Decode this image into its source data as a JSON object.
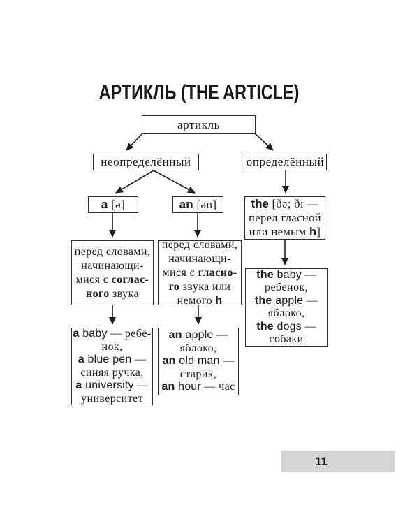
{
  "title": "АРТИКЛЬ (THE ARTICLE)",
  "page": {
    "number": "11"
  },
  "colors": {
    "background": "#ffffff",
    "ink": "#1d1d1d",
    "page_bar_bg": "#d5d5d5"
  },
  "nodes": {
    "root": {
      "label": "артикль"
    },
    "indefinite": {
      "label": "неопределённый"
    },
    "definite": {
      "label": "определённый"
    },
    "a": {
      "lines": [
        [
          [
            "a",
            "sans-b"
          ],
          [
            " [ə]",
            "serif"
          ]
        ]
      ]
    },
    "an": {
      "lines": [
        [
          [
            "an",
            "sans-b"
          ],
          [
            " [ən]",
            "serif"
          ]
        ]
      ]
    },
    "the": {
      "lines": [
        [
          [
            "the",
            "sans-b"
          ],
          [
            " [ðə; ðɪ —",
            "serif"
          ]
        ],
        [
          [
            "перед гласной",
            "serif"
          ]
        ],
        [
          [
            "или немым ",
            "serif"
          ],
          [
            "h",
            "sans-b"
          ],
          [
            "]",
            "serif"
          ]
        ]
      ]
    },
    "rule_consonant": {
      "lines": [
        [
          [
            "перед словами,",
            "serif"
          ]
        ],
        [
          [
            "начинающи-",
            "serif"
          ]
        ],
        [
          [
            "мися с ",
            "serif"
          ],
          [
            "соглас-",
            "serif-b"
          ]
        ],
        [
          [
            "ного",
            "serif-b"
          ],
          [
            " звука",
            "serif"
          ]
        ]
      ]
    },
    "rule_vowel": {
      "lines": [
        [
          [
            "перед словами,",
            "serif"
          ]
        ],
        [
          [
            "начинающи-",
            "serif"
          ]
        ],
        [
          [
            "мися с ",
            "serif"
          ],
          [
            "гласно-",
            "serif-b"
          ]
        ],
        [
          [
            "го",
            "serif-b"
          ],
          [
            " звука или",
            "serif"
          ]
        ],
        [
          [
            "немого ",
            "serif"
          ],
          [
            "h",
            "sans-b"
          ]
        ]
      ]
    },
    "examples_a": {
      "lines": [
        [
          [
            "a",
            "sans-b"
          ],
          [
            " baby",
            "sans"
          ],
          [
            " — ",
            "serif"
          ],
          [
            "ребё-",
            "serif"
          ]
        ],
        [
          [
            "нок,",
            "serif"
          ]
        ],
        [
          [
            "a",
            "sans-b"
          ],
          [
            " blue pen",
            "sans"
          ],
          [
            " —",
            "serif"
          ]
        ],
        [
          [
            "синяя ручка,",
            "serif"
          ]
        ],
        [
          [
            "a",
            "sans-b"
          ],
          [
            " university",
            "sans"
          ],
          [
            " —",
            "serif"
          ]
        ],
        [
          [
            "университет",
            "serif"
          ]
        ]
      ]
    },
    "examples_an": {
      "lines": [
        [
          [
            "an",
            "sans-b"
          ],
          [
            " apple",
            "sans"
          ],
          [
            " —",
            "serif"
          ]
        ],
        [
          [
            "яблоко,",
            "serif"
          ]
        ],
        [
          [
            "an",
            "sans-b"
          ],
          [
            " old man",
            "sans"
          ],
          [
            " —",
            "serif"
          ]
        ],
        [
          [
            "старик,",
            "serif"
          ]
        ],
        [
          [
            "an",
            "sans-b"
          ],
          [
            " hour",
            "sans"
          ],
          [
            " — ",
            "serif"
          ],
          [
            "час",
            "serif"
          ]
        ]
      ]
    },
    "examples_the": {
      "lines": [
        [
          [
            "the",
            "sans-b"
          ],
          [
            " baby",
            "sans"
          ],
          [
            " —",
            "serif"
          ]
        ],
        [
          [
            "ребёнок,",
            "serif"
          ]
        ],
        [
          [
            "the",
            "sans-b"
          ],
          [
            " apple",
            "sans"
          ],
          [
            " —",
            "serif"
          ]
        ],
        [
          [
            "яблоко,",
            "serif"
          ]
        ],
        [
          [
            "the",
            "sans-b"
          ],
          [
            " dogs",
            "sans"
          ],
          [
            " —",
            "serif"
          ]
        ],
        [
          [
            "собаки",
            "serif"
          ]
        ]
      ]
    }
  }
}
